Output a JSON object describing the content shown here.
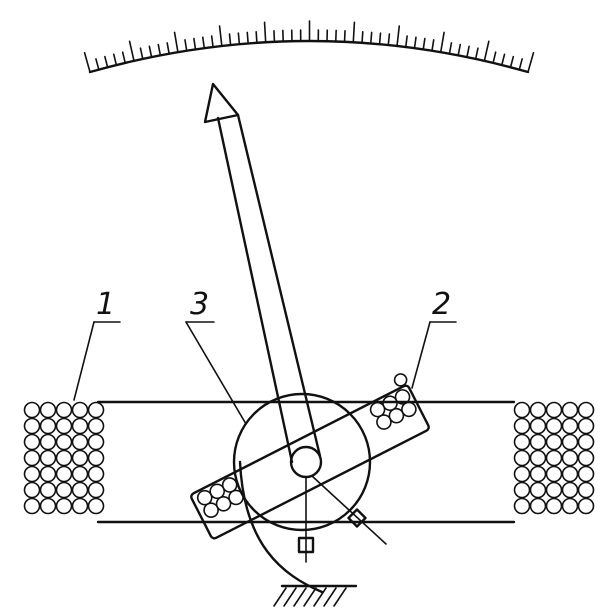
{
  "labels": {
    "fixed_coil": "1",
    "moving_coil": "2",
    "spring": "3"
  }
}
